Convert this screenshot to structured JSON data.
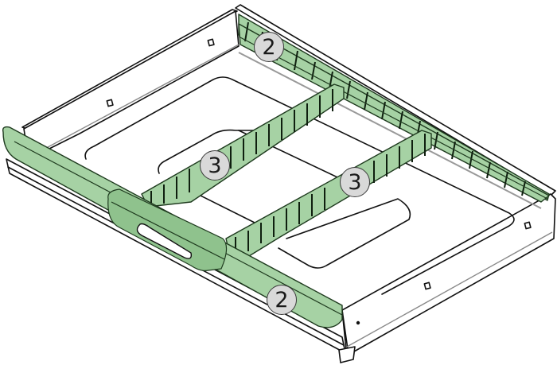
{
  "diagram": {
    "subject": "drawer-with-dividers",
    "colors": {
      "divider_green": "#a6d2a4",
      "outline": "#111111",
      "callout_fill": "#d9d9d9",
      "background": "#ffffff"
    },
    "callouts": [
      {
        "id": "back-divider",
        "label": "2"
      },
      {
        "id": "left-cross-divider",
        "label": "3"
      },
      {
        "id": "right-cross-divider",
        "label": "3"
      },
      {
        "id": "front-divider",
        "label": "2"
      }
    ]
  }
}
